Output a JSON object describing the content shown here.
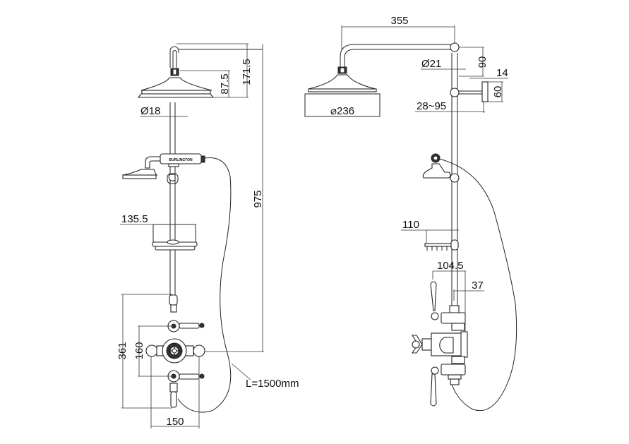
{
  "drawing": {
    "brand_label": "BURLINGTON",
    "front_view": {
      "dimensions": {
        "head_height_total": "171.5",
        "head_height_lower": "87.5",
        "riser_diameter": "Ø18",
        "riser_height": "975",
        "soap_dish_width": "135.5",
        "valve_height_total": "361",
        "valve_outlet_spacing": "160",
        "valve_width": "150",
        "hose_length": "L=1500mm"
      }
    },
    "side_view": {
      "dimensions": {
        "arm_projection": "355",
        "head_diameter": "⌀236",
        "arm_pipe_diameter": "Ø21",
        "arm_drop": "90",
        "bracket_depth": "14",
        "bracket_height": "60",
        "bracket_projection": "28~95",
        "soap_dish_depth": "110",
        "valve_projection": "104.5",
        "riser_offset": "37"
      }
    }
  }
}
